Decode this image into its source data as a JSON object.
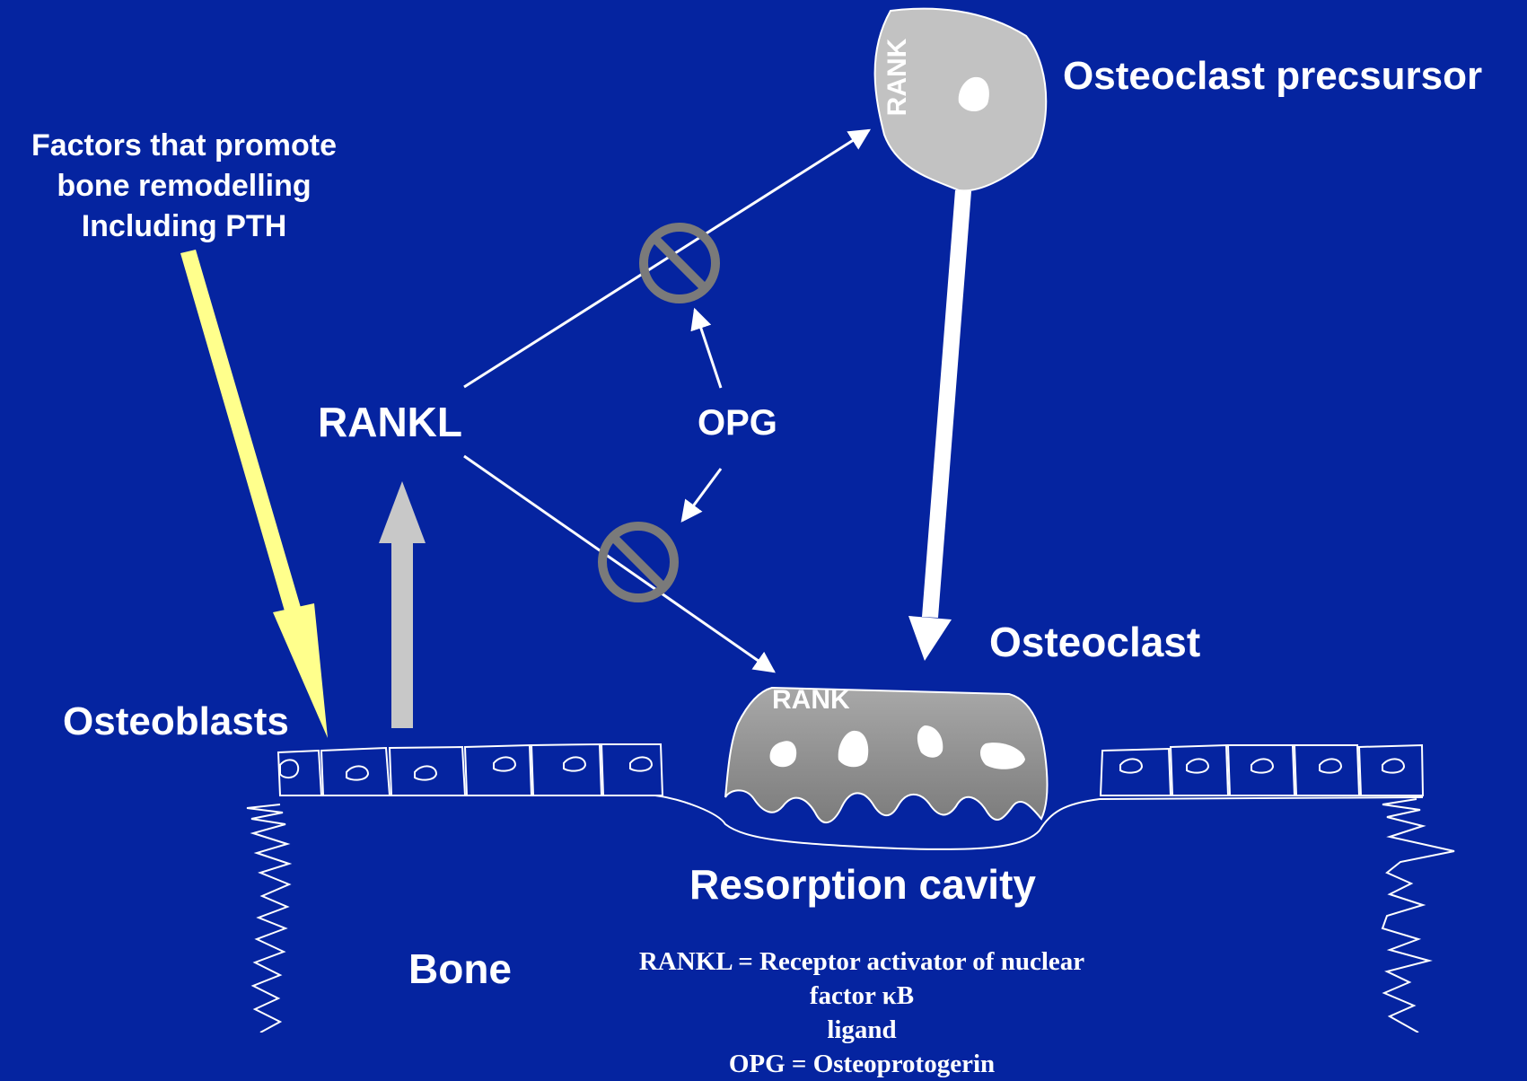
{
  "labels": {
    "factors": [
      "Factors that promote",
      "bone remodelling",
      "Including PTH"
    ],
    "osteoclast_precursor": "Osteoclast precsursor",
    "rank_precursor": "RANK",
    "rankl": "RANKL",
    "opg": "OPG",
    "osteoclast": "Osteoclast",
    "rank_osteoclast": "RANK",
    "osteoblasts": "Osteoblasts",
    "resorption_cavity": "Resorption cavity",
    "bone": "Bone"
  },
  "legend": [
    "RANKL = Receptor activator of nuclear factor κB",
    "ligand",
    "OPG = Osteoprotogerin"
  ],
  "colors": {
    "background": "#0524a0",
    "yellow_arrow": "#ffff8c",
    "gray_arrow": "#c8c8c8",
    "cell_fill": "#bdbdbd",
    "osteoclast_fill": "#8f8f8f",
    "inhibit_symbol": "#7a7a7a"
  }
}
